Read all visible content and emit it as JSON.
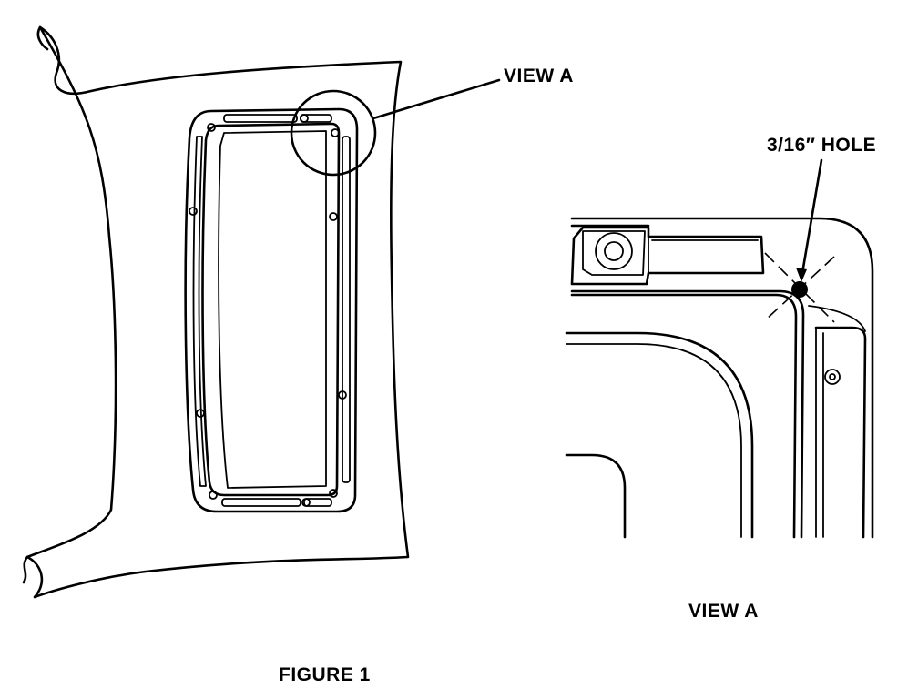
{
  "labels": {
    "view_a_callout": "VIEW A",
    "hole_label": "3/16″ HOLE",
    "view_a_caption": "VIEW A",
    "figure_caption": "FIGURE 1"
  },
  "colors": {
    "line": "#000000",
    "background": "#ffffff"
  }
}
